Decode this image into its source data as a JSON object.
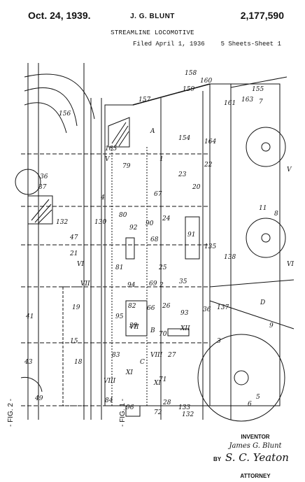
{
  "header": {
    "date": "Oct. 24, 1939.",
    "inventor_name": "J. G. BLUNT",
    "patent_number": "2,177,590",
    "title": "STREAMLINE LOCOMOTIVE",
    "filed": "Filed April 1, 1936",
    "sheets": "5 Sheets-Sheet 1"
  },
  "figures": {
    "fig1": "- FIG. 1 -",
    "fig2": "- FIG. 2 -"
  },
  "section_marks": [
    "V",
    "V",
    "VI",
    "VI",
    "VII",
    "VII",
    "VIII",
    "VIII",
    "XI",
    "XI",
    "XII"
  ],
  "reference_labels": [
    "158",
    "159",
    "160",
    "161",
    "163",
    "155",
    "157",
    "156",
    "165",
    "154",
    "164",
    "23",
    "22",
    "20",
    "67",
    "79",
    "80",
    "90",
    "92",
    "91",
    "24",
    "68",
    "25",
    "81",
    "94",
    "69",
    "35",
    "82",
    "66",
    "26",
    "93",
    "95",
    "39",
    "70",
    "27",
    "36",
    "71",
    "28",
    "72",
    "96",
    "84",
    "83",
    "132",
    "133",
    "137",
    "138",
    "135",
    "132",
    "130",
    "9",
    "8",
    "6",
    "11",
    "19",
    "18",
    "15",
    "47",
    "21",
    "43",
    "49",
    "41",
    "37",
    "36",
    "1",
    "2",
    "3",
    "4",
    "5",
    "7",
    "A",
    "B",
    "C",
    "D"
  ],
  "signature_block": {
    "inventor_label": "INVENTOR",
    "inventor_name": "James G. Blunt",
    "by": "BY",
    "attorney_signature": "S. C. Yeaton",
    "attorney_label": "ATTORNEY"
  }
}
